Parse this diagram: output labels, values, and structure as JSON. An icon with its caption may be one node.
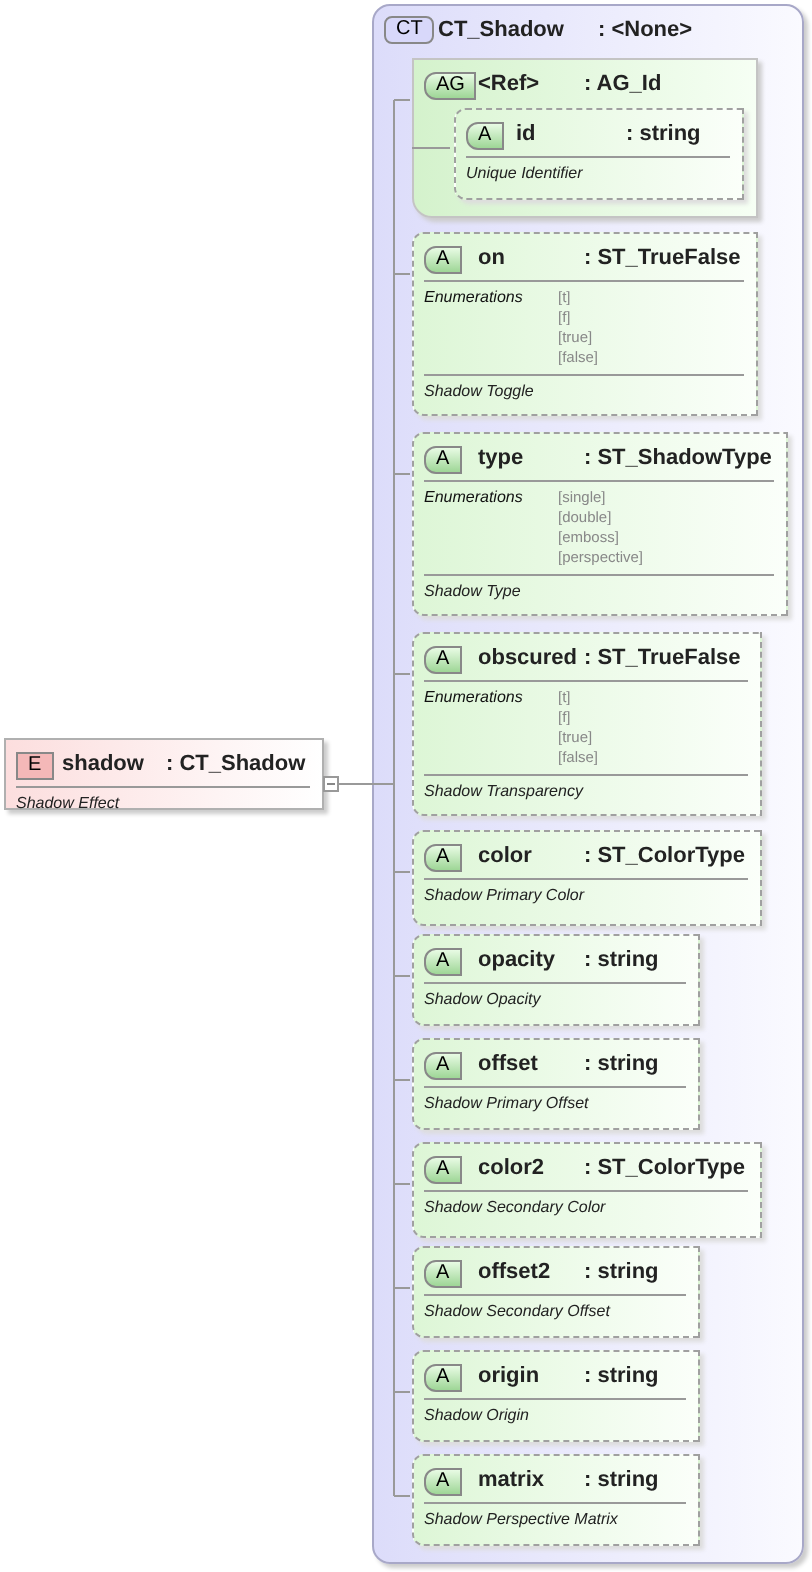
{
  "diagram": {
    "nodes": [
      {
        "text": [
          "E",
          "shadow",
          ": CT_Shadow",
          "Shadow Effect"
        ]
      },
      {
        "text": [
          "CT",
          "CT_Shadow",
          ": <None>"
        ]
      },
      {
        "text": [
          "AG",
          "<Ref>",
          ": AG_Id"
        ],
        "in": 1
      },
      {
        "text": [
          "A",
          "id",
          ": string",
          "Unique Identifier"
        ],
        "in": 2
      },
      {
        "text": [
          "A",
          "on",
          ": ST_TrueFalse",
          "Enumerations",
          "[t]",
          "[f]",
          "[true]",
          "[false]",
          "Shadow Toggle"
        ],
        "in": 1
      },
      {
        "text": [
          "A",
          "type",
          ": ST_ShadowType",
          "Enumerations",
          "[single]",
          "[double]",
          "[emboss]",
          "[perspective]",
          "Shadow Type"
        ],
        "in": 1
      },
      {
        "text": [
          "A",
          "obscured",
          ": ST_TrueFalse",
          "Enumerations",
          "[t]",
          "[f]",
          "[true]",
          "[false]",
          "Shadow Transparency"
        ],
        "in": 1
      },
      {
        "text": [
          "A",
          "color",
          ": ST_ColorType",
          "Shadow Primary Color"
        ],
        "in": 1
      },
      {
        "text": [
          "A",
          "opacity",
          ": string",
          "Shadow Opacity"
        ],
        "in": 1
      },
      {
        "text": [
          "A",
          "offset",
          ": string",
          "Shadow Primary Offset"
        ],
        "in": 1
      },
      {
        "text": [
          "A",
          "color2",
          ": ST_ColorType",
          "Shadow Secondary Color"
        ],
        "in": 1
      },
      {
        "text": [
          "A",
          "offset2",
          ": string",
          "Shadow Secondary Offset"
        ],
        "in": 1
      },
      {
        "text": [
          "A",
          "origin",
          ": string",
          "Shadow Origin"
        ],
        "in": 1
      },
      {
        "text": [
          "A",
          "matrix",
          ": string",
          "Shadow Perspective Matrix"
        ],
        "in": 1
      }
    ],
    "edges": [
      {
        "from": 0,
        "to": 2,
        "arrow": "other"
      },
      {
        "from": 2,
        "to": 3,
        "arrow": "none"
      },
      {
        "from": 0,
        "to": 4,
        "arrow": "other"
      },
      {
        "from": 0,
        "to": 5,
        "arrow": "other"
      },
      {
        "from": 0,
        "to": 6,
        "arrow": "other"
      },
      {
        "from": 0,
        "to": 7,
        "arrow": "other"
      },
      {
        "from": 0,
        "to": 8,
        "arrow": "other"
      },
      {
        "from": 0,
        "to": 9,
        "arrow": "other"
      },
      {
        "from": 0,
        "to": 10,
        "arrow": "other"
      },
      {
        "from": 0,
        "to": 11,
        "arrow": "other"
      },
      {
        "from": 0,
        "to": 12,
        "arrow": "other"
      },
      {
        "from": 0,
        "to": 13,
        "arrow": "other"
      }
    ]
  }
}
